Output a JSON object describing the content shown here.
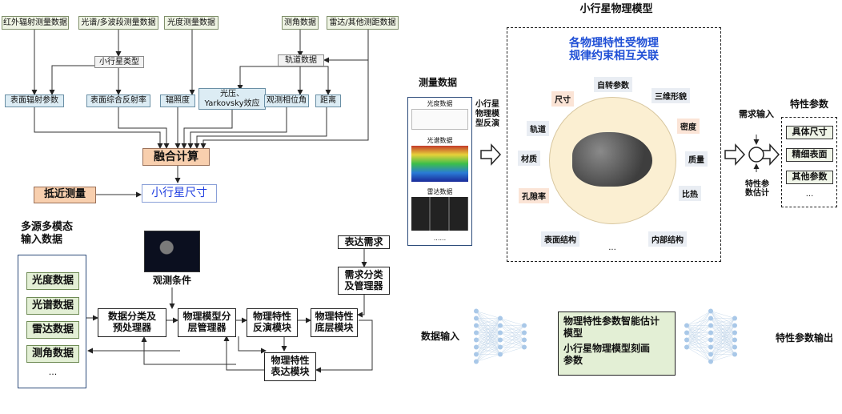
{
  "top_left": {
    "sources": [
      "红外辐射测量数据",
      "光谱/多波段测量数据",
      "光度测量数据",
      "测角数据",
      "雷达/其他测距数据"
    ],
    "mid": [
      "小行星类型",
      "轨道数据"
    ],
    "params": [
      "表面辐射参数",
      "表面综合反射率",
      "辐照度",
      "光压、\nYarkovsky效应",
      "观测相位角",
      "距离"
    ],
    "fusion": "融合计算",
    "approach": "抵近测量",
    "size": "小行星尺寸"
  },
  "bottom_left": {
    "title": "多源多模态\n输入数据",
    "inputs": [
      "光度数据",
      "光谱数据",
      "雷达数据",
      "测角数据",
      "..."
    ],
    "observe": "观测条件",
    "preprocess": "数据分类及\n预处理器",
    "model_mgr": "物理模型分\n层管理器",
    "inversion": "物理特性\n反演模块",
    "base": "物理特性\n底层模块",
    "express": "物理特性\n表达模块",
    "demand": "表达需求",
    "demand_mgr": "需求分类\n及管理器"
  },
  "right": {
    "title": "小行星物理模型",
    "measure_title": "测量数据",
    "measure_items": [
      "光度数据",
      "光谱数据",
      "雷达数据",
      "......"
    ],
    "inversion_label": "小行星\n物理模\n型反演",
    "center_title": "各物理特性受物理\n规律约束相互关联",
    "props": [
      "自转参数",
      "尺寸",
      "三维形貌",
      "轨道",
      "密度",
      "材质",
      "质量",
      "孔隙率",
      "比热",
      "表面结构",
      "内部结构",
      "..."
    ],
    "demand_input": "需求输入",
    "estimate": "特性参\n数估计",
    "out_title": "特性参数",
    "out_items": [
      "具体尺寸",
      "精细表面",
      "其他参数",
      "..."
    ],
    "data_in": "数据输入",
    "nn_box": [
      "物理特性参数智能估计\n模型",
      "小行星物理模型刻画\n参数"
    ],
    "data_out": "特性参数输出"
  },
  "colors": {
    "blue_title": "#1f4fd6",
    "green_fill": "#e3efd5",
    "peach_fill": "#f8cfae",
    "nn_node": "#a9c8e8"
  }
}
